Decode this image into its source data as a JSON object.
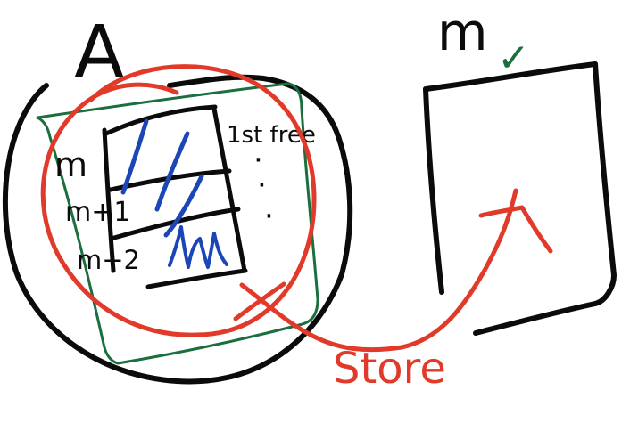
{
  "labels": {
    "set_a": "A",
    "rows": [
      "m",
      "m+1",
      "m+2"
    ],
    "first_free": "1st free",
    "dots": [
      "·",
      "·",
      "·"
    ],
    "target": "m",
    "check": "✓",
    "action": "Store",
    "entry_mark": "n"
  },
  "colors": {
    "ink": "#0b0b0b",
    "blue": "#1b46b8",
    "red": "#e23a2a",
    "green": "#1a6f3e"
  }
}
